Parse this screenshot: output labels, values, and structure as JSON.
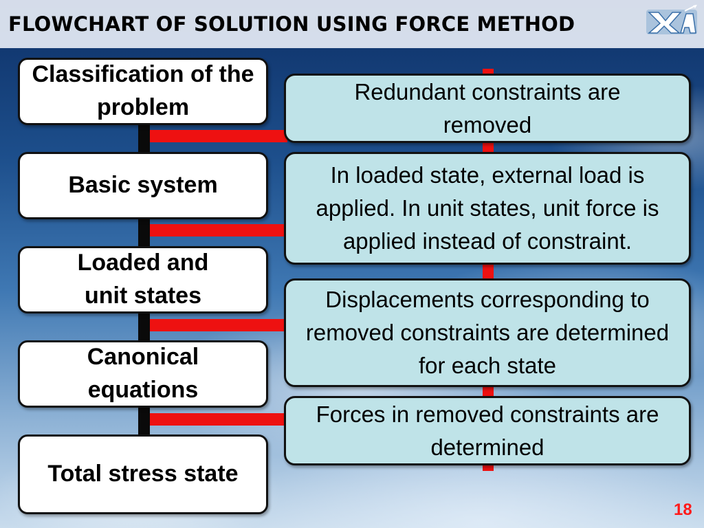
{
  "slide": {
    "title": "FLOWCHART OF SOLUTION USING FORCE METHOD",
    "page_number": "18",
    "logo": {
      "icon": "university-logo-icon",
      "text": "ХАІ"
    }
  },
  "steps": [
    {
      "label": "Classification of the problem"
    },
    {
      "label": "Basic system"
    },
    {
      "label": "Loaded and unit states"
    },
    {
      "label": "Canonical equations"
    },
    {
      "label": "Total stress state"
    }
  ],
  "descriptions": [
    {
      "text": "Redundant constraints are removed"
    },
    {
      "text": "In loaded state, external load is applied. In unit states, unit force is applied instead of constraint."
    },
    {
      "text": "Displacements corresponding to removed constraints are determined for each state"
    },
    {
      "text": "Forces in removed constraints are determined"
    }
  ],
  "colors": {
    "step_box": "#ffffff",
    "description_box": "#bfe3e8",
    "connector": "#ee1111",
    "spine": "#0a0a0a",
    "page_number": "#ff1a1a"
  }
}
